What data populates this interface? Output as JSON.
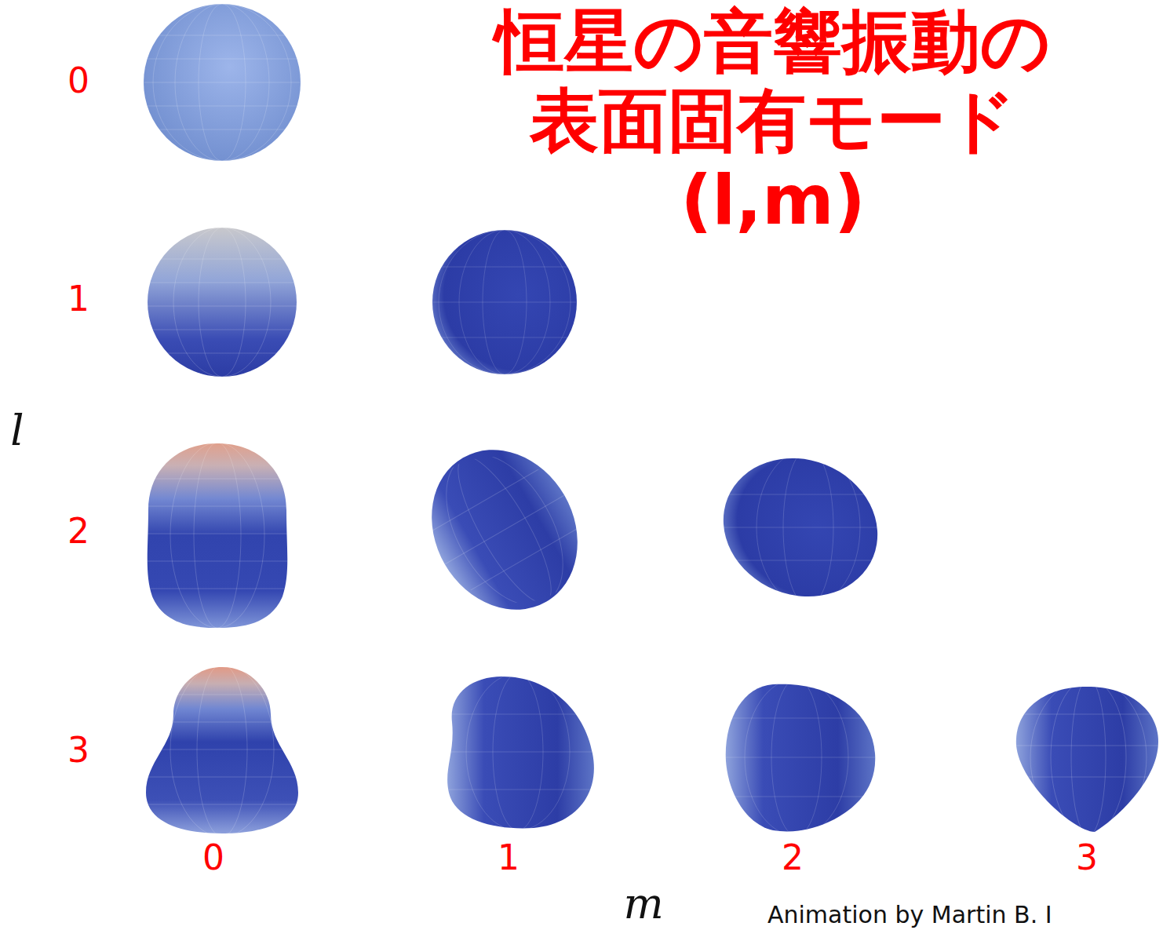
{
  "diagram": {
    "title": "恒星の音響振動の 表面固有モード (l,m)",
    "labels": [
      "0",
      "1",
      "2",
      "3",
      "l",
      "0",
      "1",
      "2",
      "3",
      "m",
      "Animation by Martin B. I"
    ]
  }
}
